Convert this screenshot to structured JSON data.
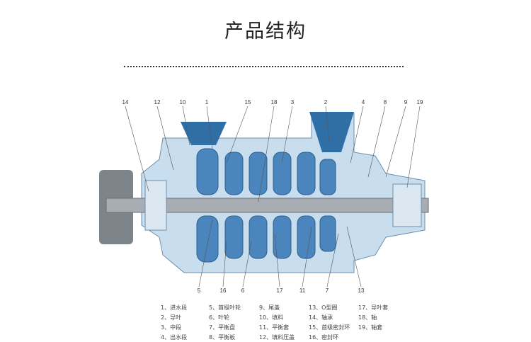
{
  "title": "产品结构",
  "top_labels": [
    "14",
    "12",
    "10",
    "1",
    "15",
    "18",
    "3",
    "2",
    "4",
    "8",
    "9",
    "19"
  ],
  "bottom_labels": [
    "5",
    "16",
    "6",
    "17",
    "11",
    "7",
    "13"
  ],
  "legend": [
    "1、进水段",
    "2、导叶",
    "3、中段",
    "4、出水段",
    "5、首级叶轮",
    "6、叶轮",
    "7、平衡盘",
    "8、平衡板",
    "9、尾盖",
    "10、填料",
    "11、平衡套",
    "12、填料压盖",
    "13、O型圈",
    "14、轴承",
    "15、首级密封环",
    "16、密封环",
    "17、导叶套",
    "18、轴",
    "19、轴套"
  ],
  "colors": {
    "casing": "#bcd6ea",
    "impeller": "#3f7fb5",
    "shaft": "#9aa0a6",
    "disc": "#7d848a"
  }
}
